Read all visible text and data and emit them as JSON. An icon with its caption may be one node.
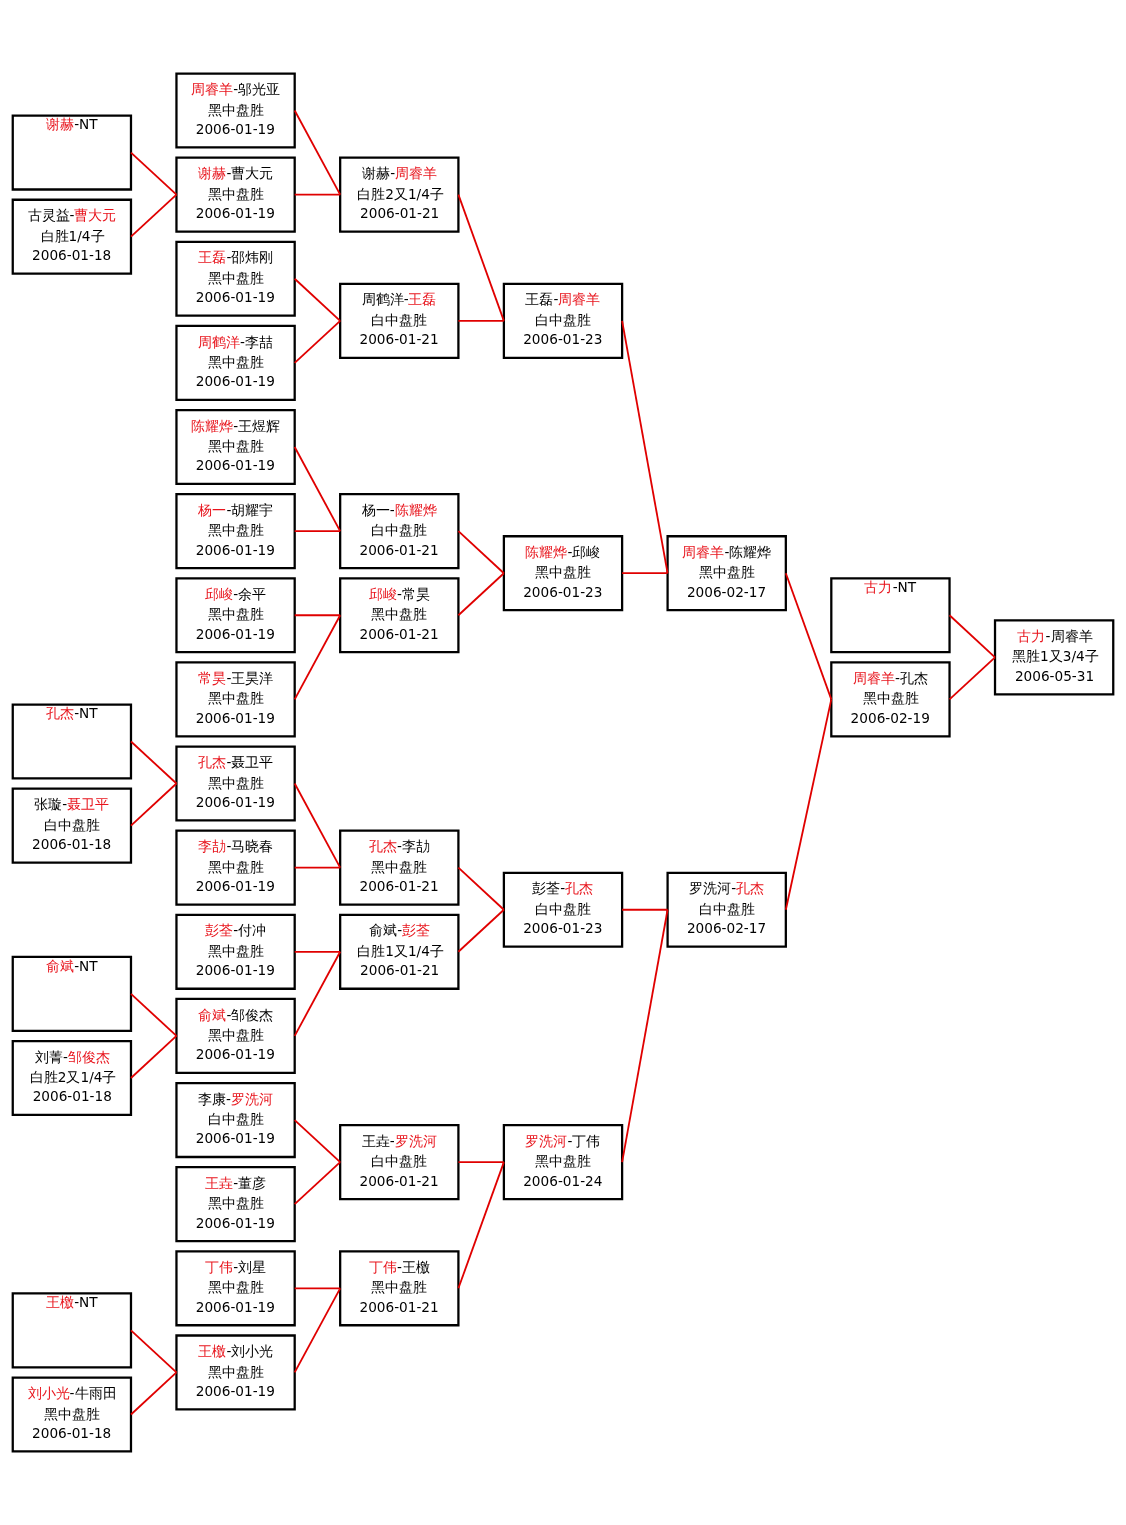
{
  "diagram": {
    "nodes": [
      {
        "text": [
          "谢赫-NT"
        ]
      },
      {
        "text": [
          "古灵益-曹大元",
          "白胜1/4子",
          "2006-01-18"
        ]
      },
      {
        "text": [
          "孔杰-NT"
        ]
      },
      {
        "text": [
          "张璇-聂卫平",
          "白中盘胜",
          "2006-01-18"
        ]
      },
      {
        "text": [
          "俞斌-NT"
        ]
      },
      {
        "text": [
          "刘菁-邹俊杰",
          "白胜2又1/4子",
          "2006-01-18"
        ]
      },
      {
        "text": [
          "王檄-NT"
        ]
      },
      {
        "text": [
          "刘小光-牛雨田",
          "黑中盘胜",
          "2006-01-18"
        ]
      },
      {
        "text": [
          "周睿羊-邬光亚",
          "黑中盘胜",
          "2006-01-19"
        ]
      },
      {
        "text": [
          "谢赫-曹大元",
          "黑中盘胜",
          "2006-01-19"
        ]
      },
      {
        "text": [
          "王磊-邵炜刚",
          "黑中盘胜",
          "2006-01-19"
        ]
      },
      {
        "text": [
          "周鹤洋-李喆",
          "黑中盘胜",
          "2006-01-19"
        ]
      },
      {
        "text": [
          "陈耀烨-王煜辉",
          "黑中盘胜",
          "2006-01-19"
        ]
      },
      {
        "text": [
          "杨一-胡耀宇",
          "黑中盘胜",
          "2006-01-19"
        ]
      },
      {
        "text": [
          "邱峻-余平",
          "黑中盘胜",
          "2006-01-19"
        ]
      },
      {
        "text": [
          "常昊-王昊洋",
          "黑中盘胜",
          "2006-01-19"
        ]
      },
      {
        "text": [
          "孔杰-聂卫平",
          "黑中盘胜",
          "2006-01-19"
        ]
      },
      {
        "text": [
          "李劼-马晓春",
          "黑中盘胜",
          "2006-01-19"
        ]
      },
      {
        "text": [
          "彭荃-付冲",
          "黑中盘胜",
          "2006-01-19"
        ]
      },
      {
        "text": [
          "俞斌-邹俊杰",
          "黑中盘胜",
          "2006-01-19"
        ]
      },
      {
        "text": [
          "李康-罗洗河",
          "白中盘胜",
          "2006-01-19"
        ]
      },
      {
        "text": [
          "王垚-董彦",
          "黑中盘胜",
          "2006-01-19"
        ]
      },
      {
        "text": [
          "丁伟-刘星",
          "黑中盘胜",
          "2006-01-19"
        ]
      },
      {
        "text": [
          "王檄-刘小光",
          "黑中盘胜",
          "2006-01-19"
        ]
      },
      {
        "text": [
          "谢赫-周睿羊",
          "白胜2又1/4子",
          "2006-01-21"
        ]
      },
      {
        "text": [
          "周鹤洋-王磊",
          "白中盘胜",
          "2006-01-21"
        ]
      },
      {
        "text": [
          "杨一-陈耀烨",
          "白中盘胜",
          "2006-01-21"
        ]
      },
      {
        "text": [
          "邱峻-常昊",
          "黑中盘胜",
          "2006-01-21"
        ]
      },
      {
        "text": [
          "孔杰-李劼",
          "黑中盘胜",
          "2006-01-21"
        ]
      },
      {
        "text": [
          "俞斌-彭荃",
          "白胜1又1/4子",
          "2006-01-21"
        ]
      },
      {
        "text": [
          "王垚-罗洗河",
          "白中盘胜",
          "2006-01-21"
        ]
      },
      {
        "text": [
          "丁伟-王檄",
          "黑中盘胜",
          "2006-01-21"
        ]
      },
      {
        "text": [
          "王磊-周睿羊",
          "白中盘胜",
          "2006-01-23"
        ]
      },
      {
        "text": [
          "陈耀烨-邱峻",
          "黑中盘胜",
          "2006-01-23"
        ]
      },
      {
        "text": [
          "彭荃-孔杰",
          "白中盘胜",
          "2006-01-23"
        ]
      },
      {
        "text": [
          "罗洗河-丁伟",
          "黑中盘胜",
          "2006-01-24"
        ]
      },
      {
        "text": [
          "周睿羊-陈耀烨",
          "黑中盘胜",
          "2006-02-17"
        ]
      },
      {
        "text": [
          "罗洗河-孔杰",
          "白中盘胜",
          "2006-02-17"
        ]
      },
      {
        "text": [
          "周睿羊-孔杰",
          "黑中盘胜",
          "2006-02-19"
        ]
      },
      {
        "text": [
          "古力-NT"
        ]
      },
      {
        "text": [
          "古力-周睿羊",
          "黑胜1又3/4子",
          "2006-05-31"
        ]
      }
    ],
    "edges": [
      {
        "from": 0,
        "to": 9,
        "arrow": "none"
      },
      {
        "from": 1,
        "to": 9,
        "arrow": "none"
      },
      {
        "from": 2,
        "to": 16,
        "arrow": "none"
      },
      {
        "from": 3,
        "to": 16,
        "arrow": "none"
      },
      {
        "from": 4,
        "to": 19,
        "arrow": "none"
      },
      {
        "from": 5,
        "to": 19,
        "arrow": "none"
      },
      {
        "from": 6,
        "to": 23,
        "arrow": "none"
      },
      {
        "from": 7,
        "to": 23,
        "arrow": "none"
      },
      {
        "from": 8,
        "to": 24,
        "arrow": "none"
      },
      {
        "from": 9,
        "to": 24,
        "arrow": "none"
      },
      {
        "from": 10,
        "to": 25,
        "arrow": "none"
      },
      {
        "from": 11,
        "to": 25,
        "arrow": "none"
      },
      {
        "from": 12,
        "to": 26,
        "arrow": "none"
      },
      {
        "from": 13,
        "to": 26,
        "arrow": "none"
      },
      {
        "from": 14,
        "to": 27,
        "arrow": "none"
      },
      {
        "from": 15,
        "to": 27,
        "arrow": "none"
      },
      {
        "from": 16,
        "to": 28,
        "arrow": "none"
      },
      {
        "from": 17,
        "to": 28,
        "arrow": "none"
      },
      {
        "from": 18,
        "to": 29,
        "arrow": "none"
      },
      {
        "from": 19,
        "to": 29,
        "arrow": "none"
      },
      {
        "from": 20,
        "to": 30,
        "arrow": "none"
      },
      {
        "from": 21,
        "to": 30,
        "arrow": "none"
      },
      {
        "from": 22,
        "to": 31,
        "arrow": "none"
      },
      {
        "from": 23,
        "to": 31,
        "arrow": "none"
      },
      {
        "from": 24,
        "to": 32,
        "arrow": "none"
      },
      {
        "from": 25,
        "to": 32,
        "arrow": "none"
      },
      {
        "from": 26,
        "to": 33,
        "arrow": "none"
      },
      {
        "from": 27,
        "to": 33,
        "arrow": "none"
      },
      {
        "from": 28,
        "to": 34,
        "arrow": "none"
      },
      {
        "from": 29,
        "to": 34,
        "arrow": "none"
      },
      {
        "from": 30,
        "to": 35,
        "arrow": "none"
      },
      {
        "from": 31,
        "to": 35,
        "arrow": "none"
      },
      {
        "from": 32,
        "to": 36,
        "arrow": "none"
      },
      {
        "from": 33,
        "to": 36,
        "arrow": "none"
      },
      {
        "from": 34,
        "to": 37,
        "arrow": "none"
      },
      {
        "from": 35,
        "to": 37,
        "arrow": "none"
      },
      {
        "from": 36,
        "to": 38,
        "arrow": "none"
      },
      {
        "from": 37,
        "to": 38,
        "arrow": "none"
      },
      {
        "from": 39,
        "to": 40,
        "arrow": "none"
      },
      {
        "from": 38,
        "to": 40,
        "arrow": "none"
      }
    ]
  }
}
